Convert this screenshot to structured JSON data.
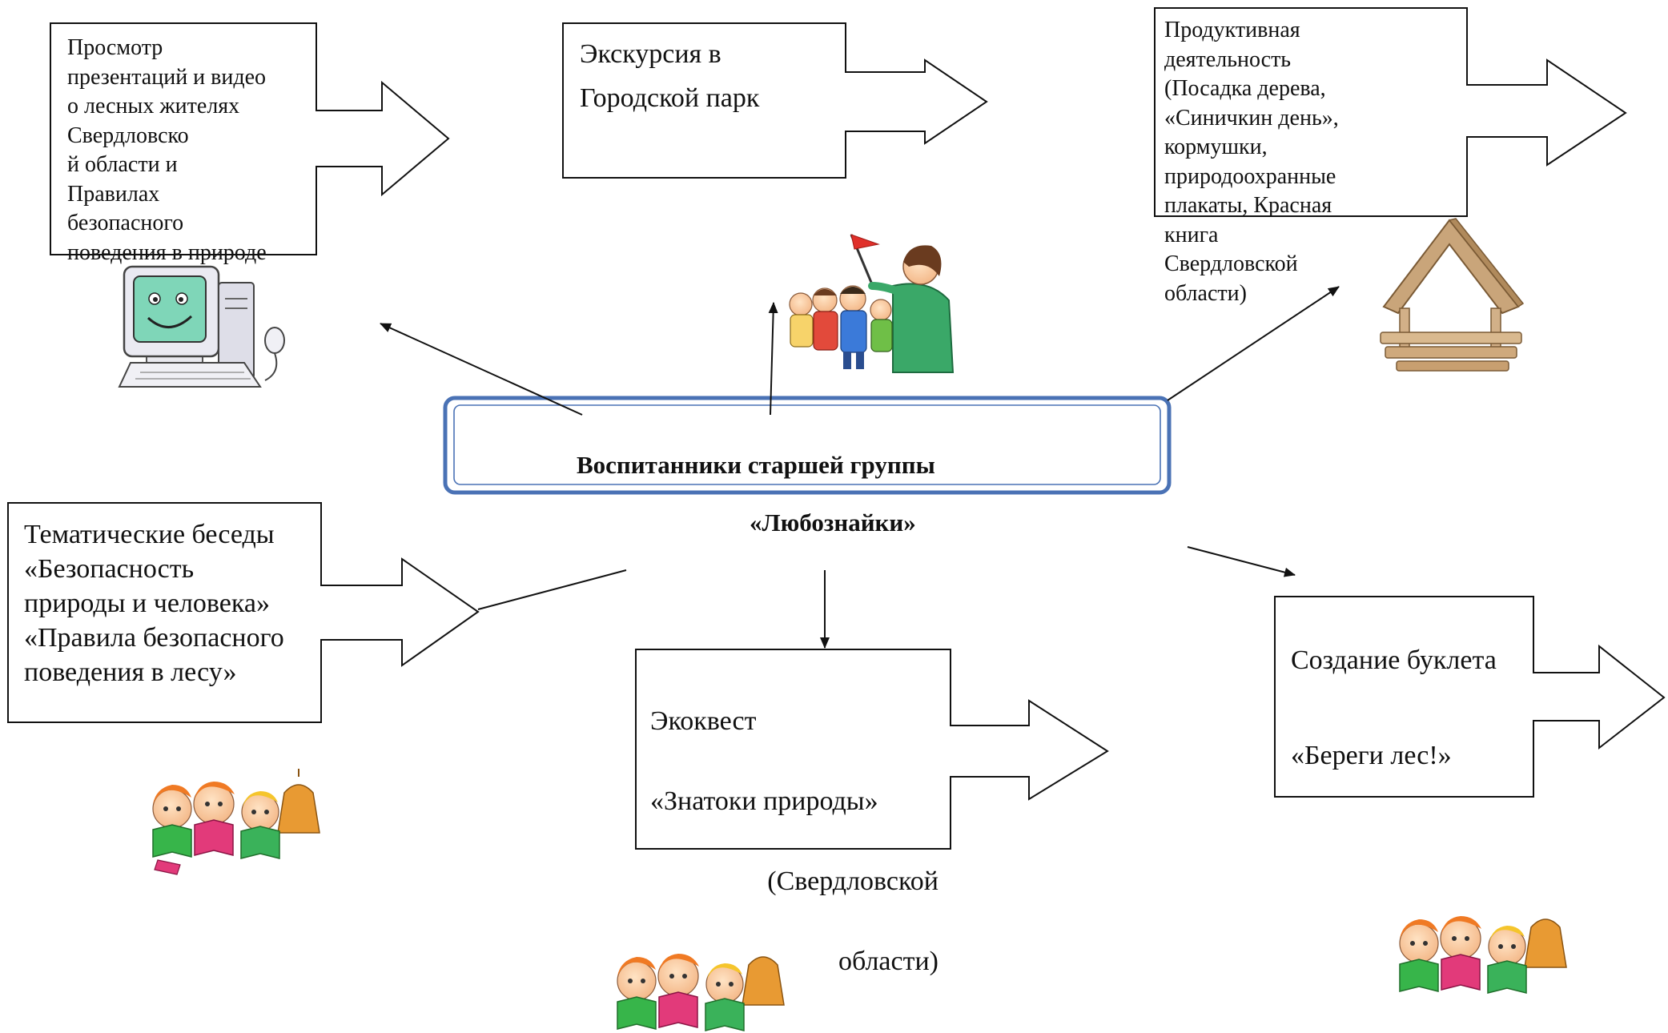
{
  "center_node": {
    "line1": "Воспитанники старшей группы",
    "line2": "«Любознайки»"
  },
  "activities": {
    "presentations": "Просмотр\nпрезентаций и видео\nо лесных жителях\nСвердловско\nй области и\nПравилах\nбезопасного\nповедения в природе",
    "excursion": "Экскурсия в\nГородской парк",
    "productive": "   Продуктивная\nдеятельность\n(Посадка дерева,\n«Синичкин день»,\nкормушки,\nприродоохранные\nплакаты, Красная\nкнига\nСвердловской\nобласти)",
    "talks": "Тематические беседы\n«Безопасность\nприроды и человека»\n«Правила безопасного\nповедения в лесу»",
    "ecoquest_line1": "Экоквест",
    "ecoquest_line2": "«Знатоки природы»",
    "ecoquest_line3": "(Свердловской",
    "ecoquest_line4": "области)",
    "booklet_line1": "Создание буклета",
    "booklet_line2": "«Береги лес!»"
  },
  "icons": {
    "computer": "computer-icon",
    "excursion_group": "excursion-group-icon",
    "birdhouse": "birdhouse-icon",
    "reading_children": "reading-children-icon"
  },
  "colors": {
    "center_border": "#4a72b5",
    "line": "#111111"
  }
}
